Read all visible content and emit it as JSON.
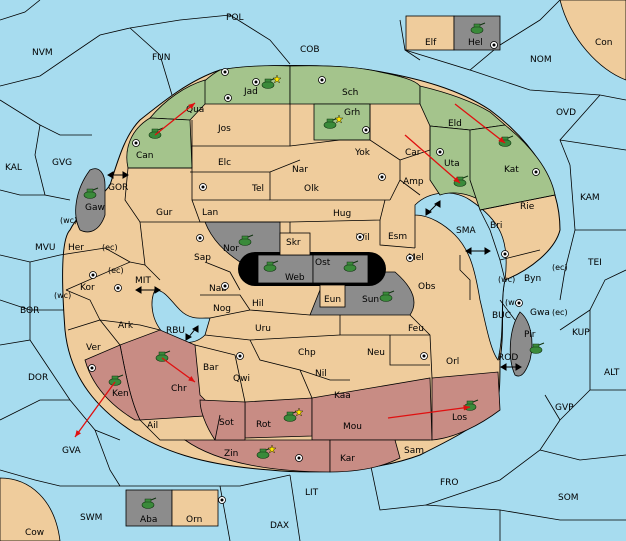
{
  "colors": {
    "sea": "#a7dcef",
    "land": "#efcc9c",
    "england": "#a4c48c",
    "russia": "#c88c84",
    "neutral": "#8c8c8c",
    "unit": "#3a8a3a",
    "move_arrow": "#e01010"
  },
  "labels": {
    "sea": {
      "POL": "POL",
      "NVM": "NVM",
      "FUN": "FUN",
      "COB": "COB",
      "NOM": "NOM",
      "Con": "Con",
      "OVD": "OVD",
      "KAL": "KAL",
      "GVG": "GVG",
      "KAM": "KAM",
      "TEI": "TEI",
      "MVU": "MVU",
      "BOR": "BOR",
      "DOR": "DOR",
      "KUP": "KUP",
      "ALT": "ALT",
      "GVP": "GVP",
      "GVA": "GVA",
      "FRO": "FRO",
      "SOM": "SOM",
      "LIT": "LIT",
      "SWM": "SWM",
      "DAX": "DAX",
      "Cow": "Cow",
      "GOR": "GOR",
      "MIT": "MIT",
      "RBU": "RBU",
      "SMA": "SMA",
      "BUC": "BUC",
      "ROD": "ROD"
    },
    "land": {
      "Elf": "Elf",
      "Hel": "Hel",
      "Jad": "Jad",
      "Sch": "Sch",
      "Qua": "Qua",
      "Jos": "Jos",
      "Grh": "Grh",
      "Eld": "Eld",
      "Can": "Can",
      "Elc": "Elc",
      "Nar": "Nar",
      "Yok": "Yok",
      "Car": "Car",
      "Uta": "Uta",
      "Kat": "Kat",
      "Gaw": "Gaw",
      "Tel": "Tel",
      "Olk": "Olk",
      "Amp": "Amp",
      "Gur": "Gur",
      "Lan": "Lan",
      "Hug": "Hug",
      "Rie": "Rie",
      "Bri": "Bri",
      "Wil": "Wil",
      "Esm": "Esm",
      "Her": "Her",
      "Nor": "Nor",
      "Skr": "Skr",
      "Ost": "Ost",
      "Sap": "Sap",
      "Web": "Web",
      "Mel": "Mel",
      "Byn": "Byn",
      "Kor": "Kor",
      "Nab": "Nab",
      "Eun": "Eun",
      "Sun": "Sun",
      "Obs": "Obs",
      "Hil": "Hil",
      "Gwa": "Gwa",
      "Ark": "Ark",
      "Nog": "Nog",
      "Uru": "Uru",
      "Feu": "Feu",
      "Pir": "Pir",
      "Ver": "Ver",
      "Chp": "Chp",
      "Neu": "Neu",
      "Bar": "Bar",
      "Qwi": "Qwi",
      "Nil": "Nil",
      "Orl": "Orl",
      "Chr": "Chr",
      "Ken": "Ken",
      "Kaa": "Kaa",
      "Sot": "Sot",
      "Rot": "Rot",
      "Mou": "Mou",
      "Los": "Los",
      "Ail": "Ail",
      "Sam": "Sam",
      "Zin": "Zin",
      "Kar": "Kar",
      "Aba": "Aba",
      "Orn": "Orn"
    },
    "coast": {
      "wc": "(wc)",
      "ec": "(ec)"
    }
  },
  "icons": {
    "unit": "tank-icon",
    "ship": "fleet-icon",
    "supply": "supply-center-icon",
    "star": "star-icon",
    "adjacency": "double-arrow-icon"
  },
  "armies": [
    "Can",
    "Jad",
    "Grh",
    "Uta",
    "Kat",
    "Gaw",
    "Nor",
    "Web",
    "Ost",
    "Sun",
    "Pir",
    "Chr",
    "Ken",
    "Rot",
    "Zin",
    "Los",
    "Aba",
    "Hel"
  ],
  "orders": [
    {
      "unit": "Can",
      "to": "Qua"
    },
    {
      "unit": "Car",
      "to": "Uta"
    },
    {
      "unit": "Eld",
      "to": "Kat"
    },
    {
      "unit": "Ken",
      "to": "GVA"
    },
    {
      "unit": "Chr",
      "to": "Ark"
    },
    {
      "unit": "Mou",
      "to": "Los"
    }
  ]
}
